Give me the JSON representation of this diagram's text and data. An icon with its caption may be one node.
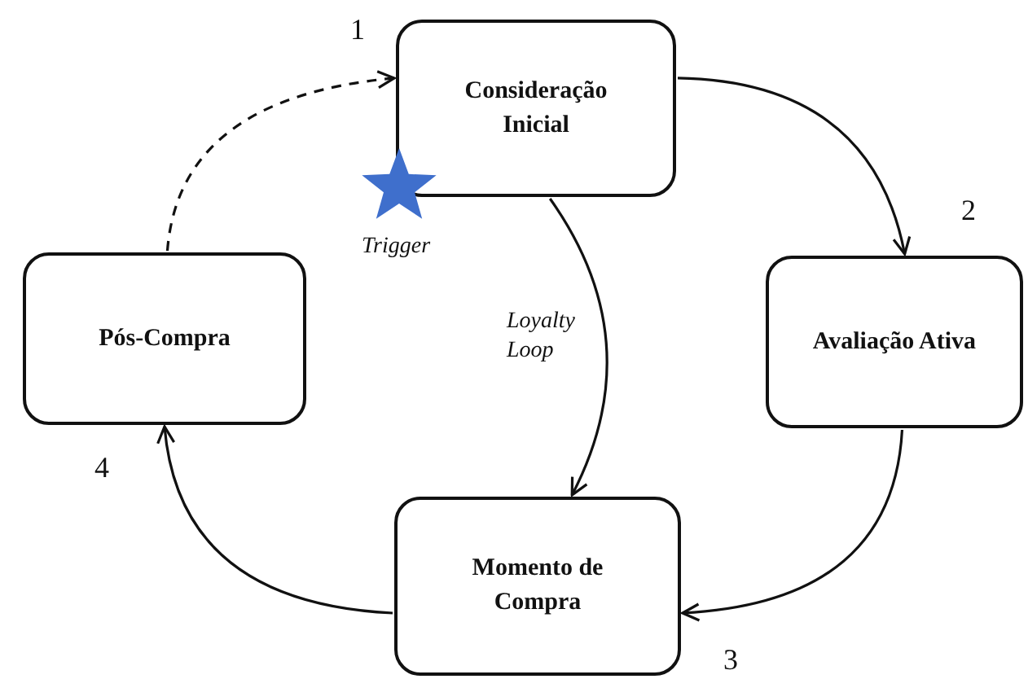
{
  "diagram": {
    "nodes": [
      {
        "text": [
          "Consideração Inicial"
        ],
        "beside": [
          "1"
        ]
      },
      {
        "text": [
          "Avaliação Ativa"
        ],
        "beside": [
          "2"
        ]
      },
      {
        "text": [
          "Momento de Compra"
        ],
        "beside": [
          "3"
        ]
      },
      {
        "text": [
          "Pós-Compra"
        ],
        "beside": [
          "4"
        ]
      }
    ],
    "edges": [
      {
        "from": 0,
        "to": 1,
        "arrow": "to"
      },
      {
        "from": 1,
        "to": 2,
        "arrow": "to"
      },
      {
        "from": 2,
        "to": 3,
        "arrow": "to"
      },
      {
        "from": 3,
        "to": 0,
        "arrow": "to",
        "style": "dashed"
      },
      {
        "from": 0,
        "to": 2,
        "arrow": "to",
        "label": "Loyalty Loop"
      }
    ],
    "labels": [
      "Trigger"
    ]
  }
}
